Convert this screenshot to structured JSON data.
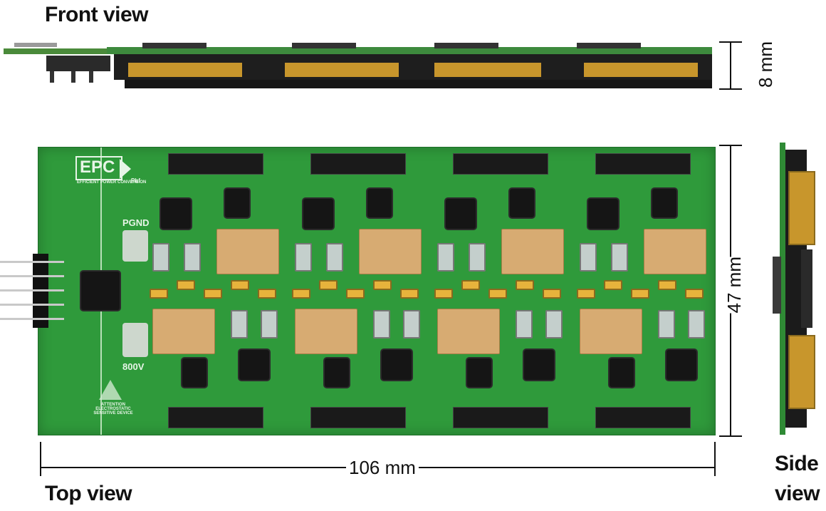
{
  "labels": {
    "front_view": "Front view",
    "top_view": "Top view",
    "side_view_line1": "Side",
    "side_view_line2": "view"
  },
  "dimensions": {
    "height": "8 mm",
    "width": "47 mm",
    "length": "106 mm"
  },
  "board_silkscreen": {
    "logo": "EPC",
    "logo_tagline": "EFFICIENT POWER CONVERSION",
    "pb_free": "Pbf",
    "pgnd": "PGND",
    "voltage": "800V",
    "esd_warning": "ATTENTION ELECTROSTATIC SENSITIVE DEVICE"
  },
  "colors": {
    "pcb_green": "#2f9a3b",
    "capacitor_tan": "#d7ab72",
    "pad_gold": "#e7b33c",
    "ic_black": "#151515"
  }
}
